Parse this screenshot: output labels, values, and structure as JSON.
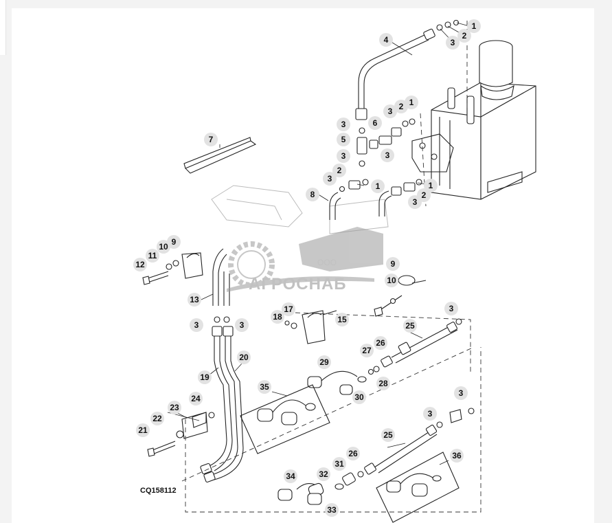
{
  "figure_ref": "CQ158112",
  "watermark": {
    "brand": "АГРОСНАБ",
    "sub": "ООО"
  },
  "callouts": [
    "1",
    "2",
    "3",
    "4",
    "5",
    "6",
    "7",
    "8",
    "9",
    "10",
    "11",
    "12",
    "13",
    "15",
    "17",
    "18",
    "19",
    "20",
    "21",
    "22",
    "23",
    "24",
    "25",
    "26",
    "27",
    "28",
    "29",
    "30",
    "31",
    "32",
    "33",
    "34",
    "35",
    "36"
  ]
}
